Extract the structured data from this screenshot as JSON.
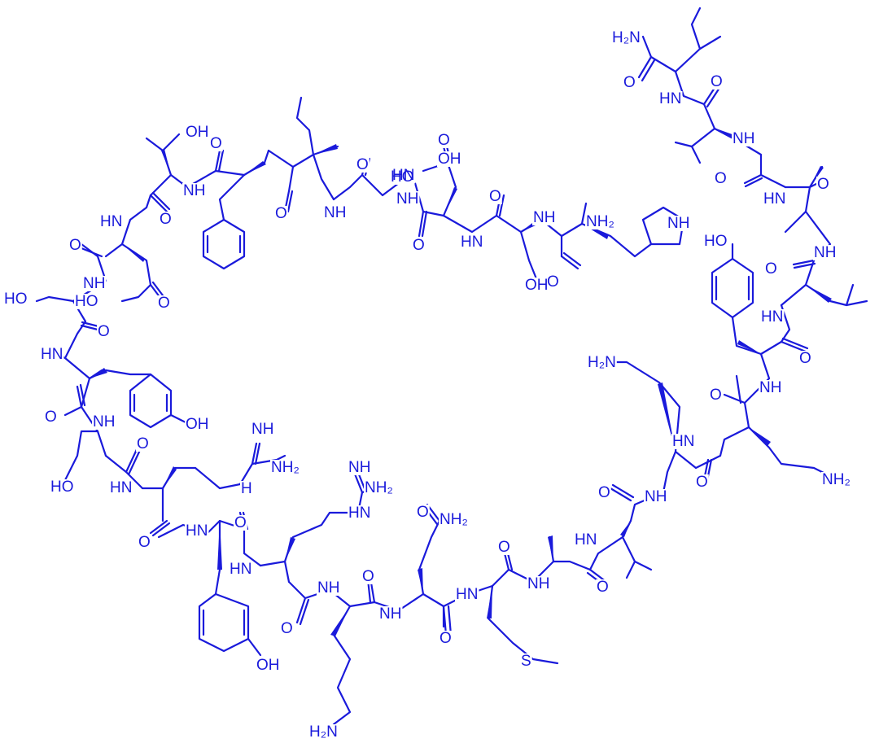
{
  "colors": {
    "ink": "#1a1adb",
    "background": "#ffffff"
  },
  "labels": {
    "l1": "H₂N",
    "l2": "O",
    "l3": "HN",
    "l4": "O",
    "l5": "NH",
    "l6": "O",
    "l7": "HN",
    "l8": "O",
    "l9": "NH",
    "l10": "HO",
    "l11": "O",
    "l12": "HN",
    "l13": "O",
    "l14": "NH",
    "l15": "HO",
    "l16": "O",
    "l17": "OH",
    "l18": "HN",
    "l19": "O",
    "l20": "NH",
    "l21": "O",
    "l22": "NH₂",
    "l23": "OH",
    "l24": "O",
    "l25": "HN",
    "l26": "O",
    "l27": "NH",
    "l28": "NH",
    "l29": "O",
    "l30": "HN",
    "l31": "O",
    "l32": "NH",
    "l33": "OH",
    "l34": "O",
    "l35": "NH",
    "l36": "O",
    "l37": "HO",
    "l38": "O",
    "l39": "NH",
    "l40": "HO",
    "l41": "O",
    "l42": "HN",
    "l43": "O",
    "l44": "NH",
    "l45": "OH",
    "l46": "O",
    "l47": "HO",
    "l48": "HN",
    "l49": "NH",
    "l50": "NH₂",
    "l51": "H",
    "l52": "HN",
    "l53": "NH₂",
    "l54": "O",
    "l55": "HN",
    "l56": "NH",
    "l57": "O",
    "l58": "HN",
    "l59": "OH",
    "l60": "NH",
    "l61": "O",
    "l62": "O",
    "l63": "NH₂",
    "l64": "NH",
    "l65": "O",
    "l66": "HN",
    "l67": "O",
    "l68": "NH",
    "l69": "O",
    "l70": "H₂N",
    "l71": "S",
    "l72": "H₂N",
    "l73": "O",
    "l74": "NH",
    "l75": "O",
    "l76": "HN",
    "l77": "O",
    "l78": "NH₂",
    "l79": "HN",
    "l80": "O"
  }
}
